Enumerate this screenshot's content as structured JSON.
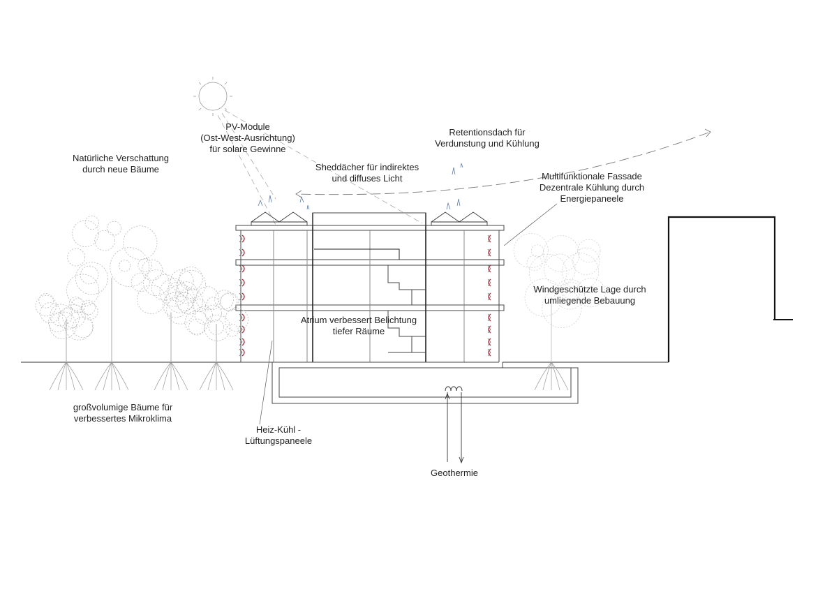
{
  "labels": {
    "pv_modules": [
      "PV-Module",
      "(Ost-West-Ausrichtung)",
      "für solare Gewinne"
    ],
    "natural_shading": [
      "Natürliche Verschattung",
      "durch neue Bäume"
    ],
    "shed_roofs": [
      "Sheddächer für indirektes",
      "und diffuses Licht"
    ],
    "retention_roof": [
      "Retentionsdach für",
      "Verdunstung und Kühlung"
    ],
    "facade": [
      "Multifunktionale Fassade",
      "Dezentrale Kühlung durch",
      "Energiepaneele"
    ],
    "wind_protection": [
      "Windgeschützte Lage durch",
      "umliegende Bebauung"
    ],
    "atrium": [
      "Atrium verbessert Belichtung",
      "tiefer Räume"
    ],
    "big_trees": [
      "großvolumige Bäume für",
      "verbessertes Mikroklima"
    ],
    "panels": [
      "Heiz-Kühl -",
      "Lüftungspaneele"
    ],
    "geothermal": [
      "Geothermie"
    ]
  },
  "colors": {
    "line": "#555555",
    "dark_line": "#111111",
    "tree": "#b8b8b8",
    "tree_light": "#d2d2d2",
    "panel_accent": "#b03040",
    "plant_accent": "#4a6a9a"
  }
}
